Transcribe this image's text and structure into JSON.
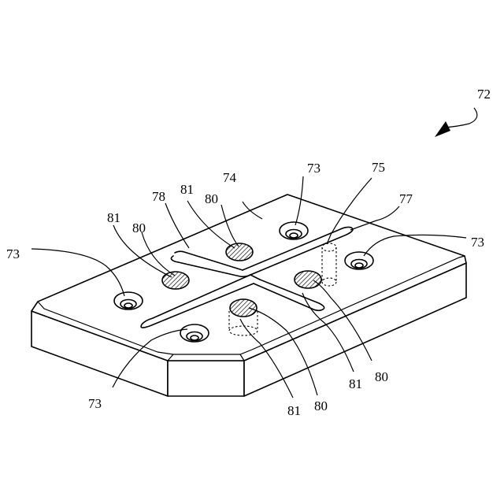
{
  "figure": {
    "assembly_ref": "72",
    "labels": {
      "l73_top": "73",
      "l74": "74",
      "l75": "75",
      "l77": "77",
      "l73_right": "73",
      "l73_left": "73",
      "l73_bottom": "73",
      "l81_a": "81",
      "l80_a": "80",
      "l78": "78",
      "l81_b": "81",
      "l80_b": "80",
      "l81_c": "81",
      "l80_c": "80",
      "l81_d": "81",
      "l80_d": "80"
    }
  }
}
